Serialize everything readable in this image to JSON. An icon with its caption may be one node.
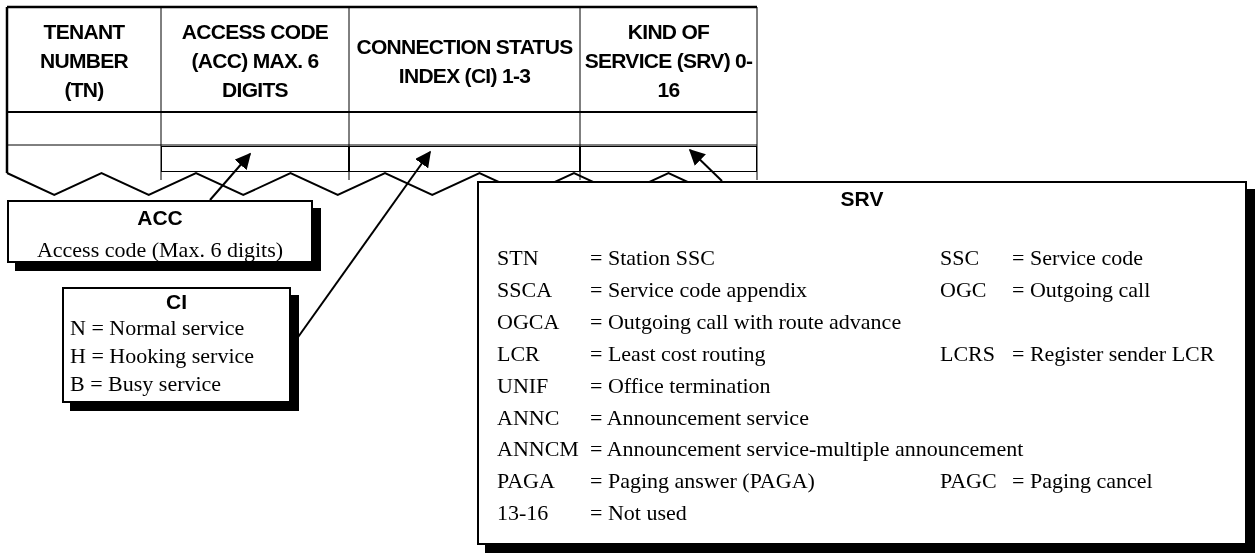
{
  "diagram": {
    "nodes": [
      {
        "text": [
          "TENANT NUMBER (TN)"
        ]
      },
      {
        "text": [
          "ACCESS CODE (ACC) MAX. 6 DIGITS"
        ]
      },
      {
        "text": [
          "CONNECTION STATUS INDEX (CI) 1-3"
        ]
      },
      {
        "text": [
          "KIND OF SERVICE (SRV) 0-16"
        ]
      },
      {
        "text": [],
        "shape": "box"
      },
      {
        "text": [],
        "shape": "box"
      },
      {
        "text": [],
        "shape": "box"
      },
      {
        "text": [
          "ACC",
          "Access code (Max. 6 digits)"
        ]
      },
      {
        "text": [
          "CI",
          "N = Normal service",
          "H = Hooking service",
          "B = Busy service"
        ]
      },
      {
        "text": [
          "SRV",
          "STN = Station SSC",
          "SSC = Service code",
          "SSCA = Service code appendix",
          "OGC = Outgoing call",
          "OGCA = Outgoing call with route advance",
          "LCR = Least cost routing",
          "LCRS = Register sender LCR",
          "UNIF = Office termination",
          "ANNC = Announcement service",
          "ANNCM = Announcement service-multiple announcement",
          "PAGA = Paging answer (PAGA)",
          "PAGC = Paging cancel",
          "13-16 = Not used"
        ]
      }
    ],
    "edges": [
      {
        "from": 7,
        "to": 4,
        "arrow": "to"
      },
      {
        "from": 8,
        "to": 5,
        "arrow": "to"
      },
      {
        "from": 9,
        "to": 6,
        "arrow": "to"
      }
    ]
  }
}
